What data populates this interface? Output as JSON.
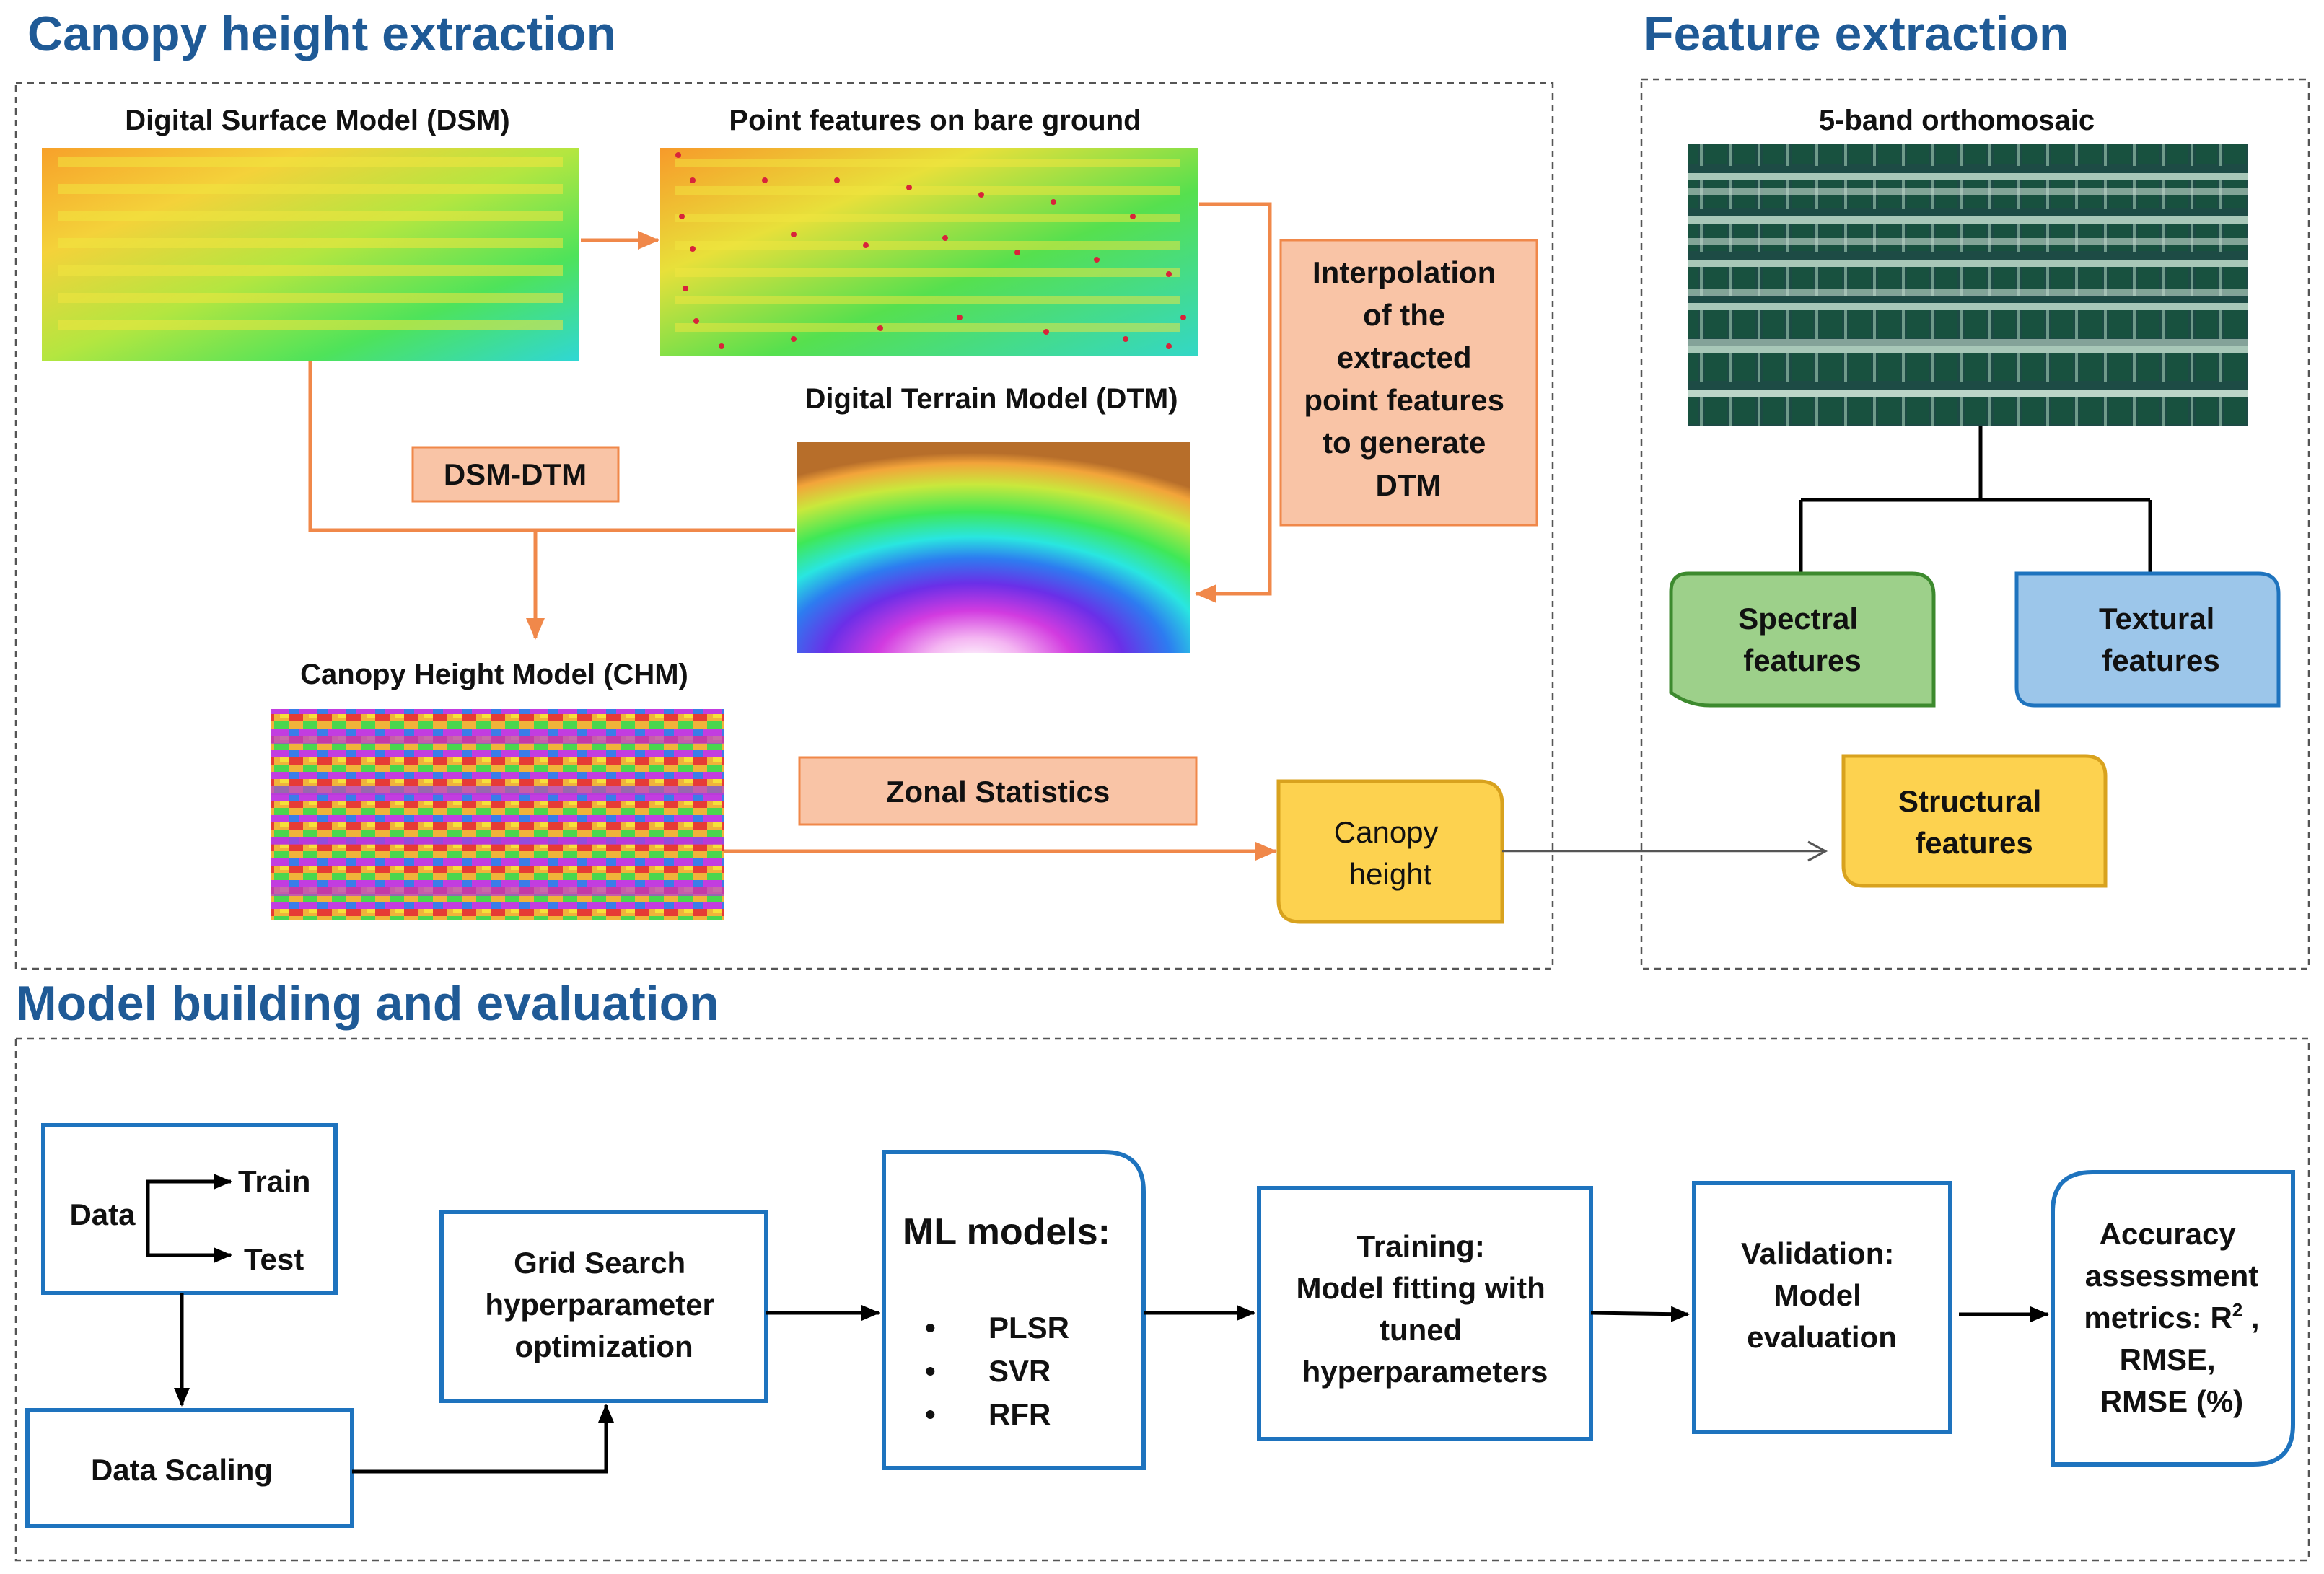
{
  "headings": {
    "canopy": "Canopy height extraction",
    "feature": "Feature extraction",
    "model": "Model building and evaluation"
  },
  "canopy": {
    "dsm_label": "Digital Surface Model (DSM)",
    "points_label": "Point features on bare ground",
    "dtm_label": "Digital Terrain Model (DTM)",
    "chm_label": "Canopy Height Model (CHM)",
    "interpolation_lines": [
      "Interpolation",
      "of the",
      "extracted",
      "point features",
      "to generate",
      "DTM"
    ],
    "dsm_dtm": "DSM-DTM",
    "zonal": "Zonal Statistics",
    "canopy_height_lines": [
      "Canopy",
      "height"
    ]
  },
  "feature": {
    "ortho_label": "5-band orthomosaic",
    "spectral_lines": [
      "Spectral",
      "features"
    ],
    "textural_lines": [
      "Textural",
      "features"
    ],
    "structural_lines": [
      "Structural",
      "features"
    ]
  },
  "model": {
    "data": "Data",
    "train": "Train",
    "test": "Test",
    "scaling": "Data Scaling",
    "grid_lines": [
      "Grid Search",
      "hyperparameter",
      "optimization"
    ],
    "ml_title": "ML models:",
    "ml_items": [
      "PLSR",
      "SVR",
      "RFR"
    ],
    "bullet": "•",
    "training_lines": [
      "Training:",
      "Model fitting with",
      "tuned",
      "hyperparameters"
    ],
    "validation_lines": [
      "Validation:",
      "Model",
      "evaluation"
    ],
    "accuracy_lines": [
      "Accuracy",
      "assessment",
      "metrics: R",
      "RMSE,",
      "RMSE (%)"
    ],
    "r2_sup": "2",
    "r2_comma": " ,"
  },
  "colors": {
    "heading": "#1f5a96",
    "orange_fill": "#f9c4a6",
    "orange_stroke": "#f0884a",
    "spectral_fill": "#9dd08a",
    "spectral_stroke": "#3d8a2e",
    "textural_fill": "#9cc6ea",
    "textural_stroke": "#1e73be",
    "yellow_fill": "#fdd24f",
    "yellow_stroke": "#d8a21e",
    "model_stroke": "#1e73be"
  }
}
